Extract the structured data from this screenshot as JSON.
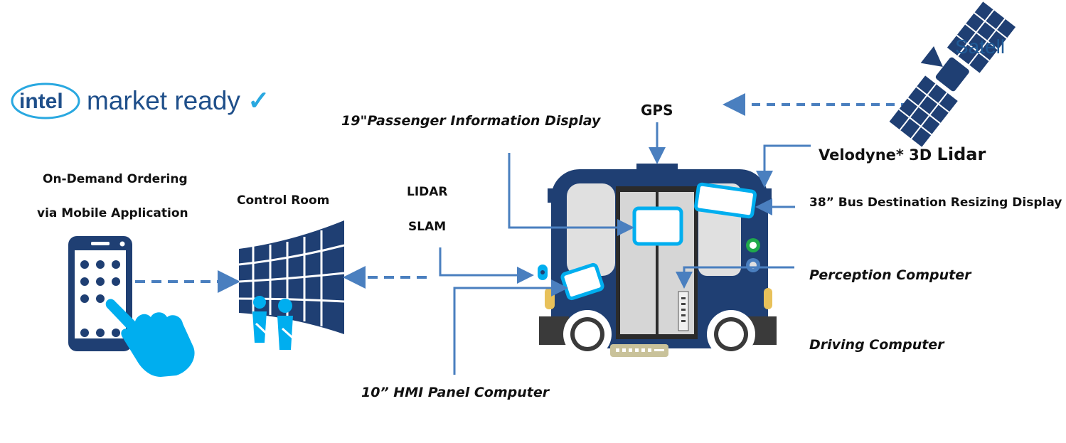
{
  "logo": {
    "brand": "intel",
    "tagline": "market ready",
    "check_icon": "check-icon",
    "color": "#1f4f8a",
    "check_color": "#29a8e0"
  },
  "left": {
    "ordering_line1": "On-Demand Ordering",
    "ordering_line2": "via Mobile Application",
    "control_room": "Control Room",
    "lidar": "LIDAR",
    "slam": "SLAM"
  },
  "labels": {
    "gps": "GPS",
    "satellite": "Satell",
    "passenger_display": "19\"Passenger Information Display",
    "velodyne_prefix": "Velodyne* 3D ",
    "velodyne_suffix": "Lidar",
    "bus_destination": "38” Bus Destination Resizing Display",
    "perception": "Perception Computer",
    "driving": "Driving Computer",
    "hmi": "10” HMI Panel Computer"
  },
  "colors": {
    "navy": "#1f3f73",
    "arrow": "#4a7fbf",
    "cyan": "#00aeef",
    "gray": "#d8d8d8",
    "dark": "#3a3a3a",
    "beige": "#c9c29a",
    "green": "#1faa4b"
  },
  "icons": [
    "phone-icon",
    "hand-icon",
    "control-room-icon",
    "person-icon",
    "satellite-icon",
    "bus-icon"
  ]
}
